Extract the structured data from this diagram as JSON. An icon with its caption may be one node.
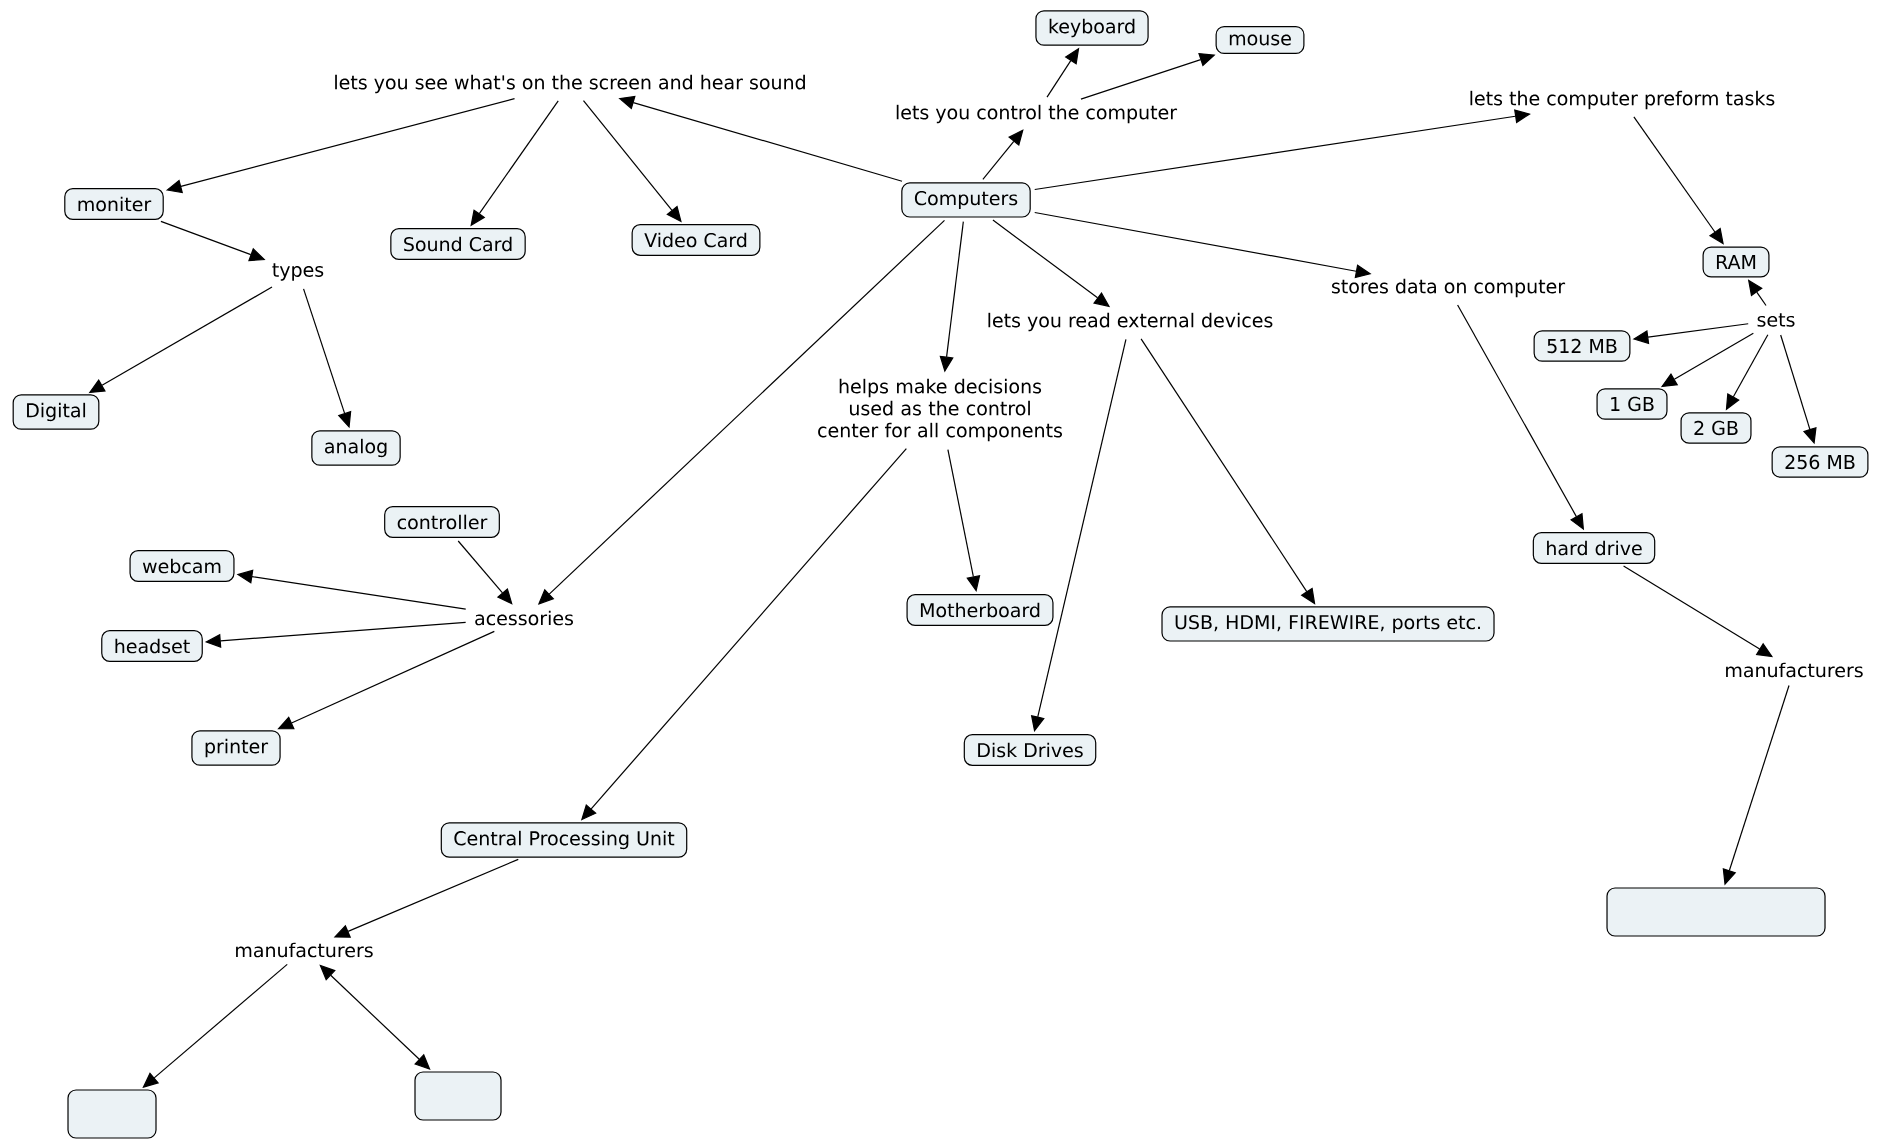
{
  "diagram": {
    "nodes": [
      {
        "text": [
          "Computers"
        ]
      },
      {
        "text": [
          "lets you see what's on the screen and hear sound"
        ]
      },
      {
        "text": [
          "moniter"
        ]
      },
      {
        "text": [
          "Sound Card"
        ]
      },
      {
        "text": [
          "Video Card"
        ]
      },
      {
        "text": [
          "types"
        ]
      },
      {
        "text": [
          "Digital"
        ]
      },
      {
        "text": [
          "analog"
        ]
      },
      {
        "text": [
          "lets you control the computer"
        ]
      },
      {
        "text": [
          "keyboard"
        ]
      },
      {
        "text": [
          "mouse"
        ]
      },
      {
        "text": [
          "lets the computer preform tasks"
        ]
      },
      {
        "text": [
          "RAM"
        ]
      },
      {
        "text": [
          "sets"
        ]
      },
      {
        "text": [
          "512 MB"
        ]
      },
      {
        "text": [
          "1 GB"
        ]
      },
      {
        "text": [
          "2 GB"
        ]
      },
      {
        "text": [
          "256 MB"
        ]
      },
      {
        "text": [
          "stores data on computer"
        ]
      },
      {
        "text": [
          "hard drive"
        ]
      },
      {
        "text": [
          "manufacturers"
        ]
      },
      {
        "text": [],
        "shape": "box"
      },
      {
        "text": [
          "lets you read external devices"
        ]
      },
      {
        "text": [
          "USB, HDMI, FIREWIRE, ports etc."
        ]
      },
      {
        "text": [
          "Disk Drives"
        ]
      },
      {
        "text": [
          "helps make decisions used as the control center for all components"
        ]
      },
      {
        "text": [
          "Motherboard"
        ]
      },
      {
        "text": [
          "controller"
        ]
      },
      {
        "text": [
          "acessories"
        ]
      },
      {
        "text": [
          "webcam"
        ]
      },
      {
        "text": [
          "headset"
        ]
      },
      {
        "text": [
          "printer"
        ]
      },
      {
        "text": [
          "Central Processing Unit"
        ]
      },
      {
        "text": [
          "manufacturers"
        ]
      },
      {
        "text": [],
        "shape": "box"
      },
      {
        "text": [],
        "shape": "box"
      }
    ],
    "edges": [
      {
        "from": 0,
        "to": 1,
        "arrow": "to"
      },
      {
        "from": 1,
        "to": 2,
        "arrow": "to"
      },
      {
        "from": 1,
        "to": 3,
        "arrow": "to"
      },
      {
        "from": 1,
        "to": 4,
        "arrow": "to"
      },
      {
        "from": 2,
        "to": 5,
        "arrow": "to"
      },
      {
        "from": 5,
        "to": 6,
        "arrow": "to"
      },
      {
        "from": 5,
        "to": 7,
        "arrow": "to"
      },
      {
        "from": 0,
        "to": 8,
        "arrow": "to"
      },
      {
        "from": 8,
        "to": 9,
        "arrow": "to"
      },
      {
        "from": 8,
        "to": 10,
        "arrow": "to"
      },
      {
        "from": 0,
        "to": 11,
        "arrow": "to"
      },
      {
        "from": 11,
        "to": 12,
        "arrow": "to"
      },
      {
        "from": 13,
        "to": 12,
        "arrow": "to"
      },
      {
        "from": 13,
        "to": 14,
        "arrow": "to"
      },
      {
        "from": 13,
        "to": 15,
        "arrow": "to"
      },
      {
        "from": 13,
        "to": 16,
        "arrow": "to"
      },
      {
        "from": 13,
        "to": 17,
        "arrow": "to"
      },
      {
        "from": 0,
        "to": 18,
        "arrow": "to"
      },
      {
        "from": 18,
        "to": 19,
        "arrow": "to"
      },
      {
        "from": 19,
        "to": 20,
        "arrow": "to"
      },
      {
        "from": 20,
        "to": 21,
        "arrow": "to"
      },
      {
        "from": 0,
        "to": 22,
        "arrow": "to"
      },
      {
        "from": 22,
        "to": 23,
        "arrow": "to"
      },
      {
        "from": 22,
        "to": 24,
        "arrow": "to"
      },
      {
        "from": 0,
        "to": 25,
        "arrow": "to"
      },
      {
        "from": 25,
        "to": 26,
        "arrow": "to"
      },
      {
        "from": 0,
        "to": 28,
        "arrow": "to"
      },
      {
        "from": 27,
        "to": 28,
        "arrow": "to"
      },
      {
        "from": 28,
        "to": 29,
        "arrow": "to"
      },
      {
        "from": 28,
        "to": 30,
        "arrow": "to"
      },
      {
        "from": 28,
        "to": 31,
        "arrow": "to"
      },
      {
        "from": 25,
        "to": 32,
        "arrow": "to"
      },
      {
        "from": 32,
        "to": 33,
        "arrow": "to"
      },
      {
        "from": 33,
        "to": 34,
        "arrow": "to"
      },
      {
        "from": 33,
        "to": 35,
        "arrow": "both"
      }
    ]
  }
}
